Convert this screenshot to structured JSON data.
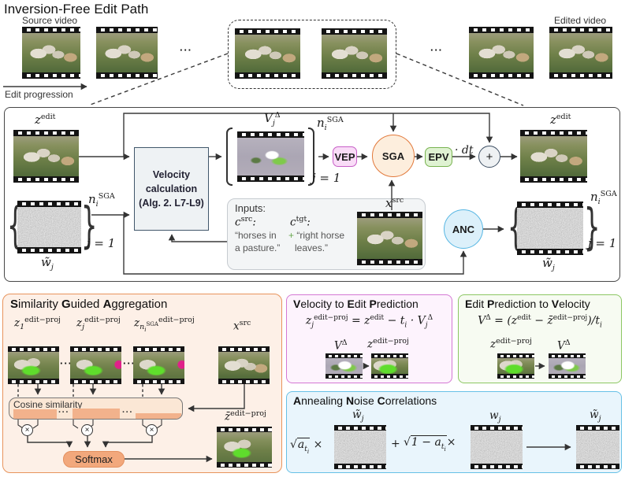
{
  "figure_title": "Inversion-Free Edit Path",
  "top_row": {
    "source_video_label": "Source video",
    "edited_video_label": "Edited video",
    "edit_progression_label": "Edit progression",
    "ellipsis": "···"
  },
  "math": {
    "z_edit": "<i>z</i><sup>edit</sup>",
    "n_sga": "<i>n</i><sub>i</sub><sup>SGA</sup>",
    "j_eq_1": "<i>j</i> = 1",
    "w_tilde_j": "<i>w̃</i><sub>j</sub>",
    "w_j": "<i>w</i><sub>j</sub>",
    "v_delta_j": "<i>V</i><sub>j</sub><sup>Δ</sup>",
    "v_delta": "<i>V</i><sup>Δ</sup>",
    "x_src": "<i>x</i><sup>src</sup>",
    "z_proj": "<i>z</i><sup>edit−proj</sup>",
    "z_bar_proj": "<i>z̄</i><sup>edit−proj</sup>",
    "dt": "· <i>dt</i>"
  },
  "main_box": {
    "velocity_calc": "Velocity<br>calculation<br>(Alg. 2. L7-L9)",
    "nodes": {
      "vep": "VEP",
      "sga": "SGA",
      "epv": "EPV",
      "anc": "ANC",
      "plus": "+"
    },
    "inputs": {
      "heading": "Inputs:",
      "c_src_label": "<i>c</i><sup>src</sup>:",
      "c_src_text_1": "“horses in",
      "c_src_text_2": "a pasture.”",
      "c_tgt_label": "<i>c</i><sup>tgt</sup>:",
      "c_tgt_plus": "+",
      "c_tgt_text_1": "“right horse",
      "c_tgt_text_2": "leaves.”"
    }
  },
  "sga_panel": {
    "title": "<b>S</b>imilarity <b>G</b>uided <b>A</b>ggregation",
    "label_z1": "<i>z</i><sub>1</sub><sup>edit−proj</sup>",
    "label_zj": "<i>z</i><sub>j</sub><sup>edit−proj</sup>",
    "label_zn": "<i>z</i><sub><i>n</i><sub>i</sub><sup>SGA</sup></sub><sup>edit−proj</sup>",
    "cosine_label": "Cosine similarity",
    "otimes": "×",
    "softmax_label": "Softmax"
  },
  "vep_panel": {
    "title": "<b>V</b>elocity to <b>E</b>dit <b>P</b>rediction",
    "formula": "<i>z</i><sub>j</sub><sup>edit−proj</sup> = <i>z</i><sup>edit</sup> − <i>t</i><sub>i</sub> · <i>V</i><sub>j</sub><sup>Δ</sup>"
  },
  "epv_panel": {
    "title": "<b>E</b>dit <b>P</b>rediction to <b>V</b>elocity",
    "formula": "<i>V</i><sup>Δ</sup> = (<i>z</i><sup>edit</sup> − <i>z̄</i><sup>edit−proj</sup>)/<i>t</i><sub>i</sub>"
  },
  "anc_panel": {
    "title": "<b>A</b>nnealing <b>N</b>oise <b>C</b>orrelations",
    "sqrt_a": "√<span class='ov'><i>a</i><sub><i>t</i><sub>i</sub></sub></span> ×",
    "plus": "+",
    "sqrt_1ma": "√<span class='ov'>1 − <i>a</i><sub><i>t</i><sub>i</sub></sub></span>×"
  },
  "colors": {
    "sga_orange": "#e2793b",
    "vep_pink": "#c75fc7",
    "epv_green": "#78b350",
    "anc_blue": "#56b6e3",
    "plus_navy": "#3d4f63",
    "softmax_peach": "#f2a87c",
    "panel_sga_bg": "#fdf0e7",
    "panel_vep_bg": "#fdf3fd",
    "panel_epv_bg": "#f7fbf2",
    "panel_anc_bg": "#e9f5fc",
    "tgt_plus_green": "#6aa84f"
  }
}
